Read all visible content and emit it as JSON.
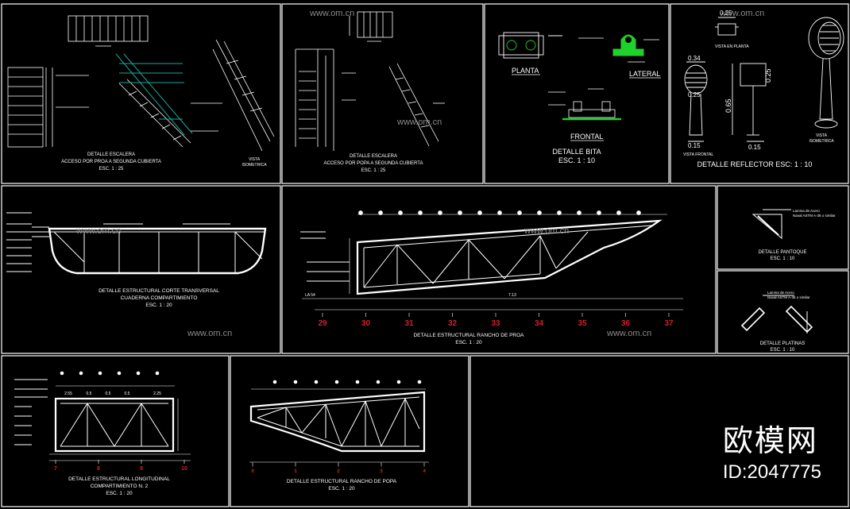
{
  "panels": {
    "escalera_proa": {
      "title": "DETALLE ESCALERA",
      "subtitle": "ACCESO POR PROA A SEGUNDA CUBIERTA",
      "scale": "ESC. 1 : 25",
      "iso_label_1": "VISTA",
      "iso_label_2": "ISOMETRICA"
    },
    "escalera_popa": {
      "title": "DETALLE ESCALERA",
      "subtitle": "ACCESO POR POPA A SEGUNDA CUBIERTA",
      "scale": "ESC. 1 : 25"
    },
    "bita": {
      "planta": "PLANTA",
      "lateral": "LATERAL",
      "frontal": "FRONTAL",
      "title": "DETALLE BITA",
      "scale": "ESC. 1 : 10"
    },
    "reflector": {
      "planta_label": "VISTA EN PLANTA",
      "dim_025_top": "0.25",
      "dim_034": "0.34",
      "dim_025_left": "0.25",
      "dim_025_right": "0.25",
      "dim_065": "0.65",
      "dim_015_left": "0.15",
      "dim_015_right": "0.15",
      "frontal_label": "VISTA FRONTAL",
      "iso_label_1": "VISTA",
      "iso_label_2": "ISOMETRICA",
      "title": "DETALLE REFLECTOR ESC: 1 : 10"
    },
    "corte_transversal": {
      "title": "DETALLE ESTRUCTURAL CORTE TRANSVERSAL",
      "subtitle": "CUADERNA COMPARTIMIENTO",
      "scale": "ESC. 1 : 20"
    },
    "rancho_proa": {
      "frames": [
        "29",
        "30",
        "31",
        "32",
        "33",
        "34",
        "35",
        "36",
        "37"
      ],
      "dim_left": "LA 54",
      "dim_mid": "7.13",
      "title": "DETALLE ESTRUCTURAL RANCHO DE PROA",
      "scale": "ESC. 1 : 20"
    },
    "pantoque": {
      "note_1": "Lamina de Acero",
      "note_2": "Naval ASTM A-36 o similar",
      "title": "DETALLE PANTOQUE",
      "scale": "ESC. 1 : 10"
    },
    "platinas": {
      "note_1": "Lamina de Acero",
      "note_2": "Naval ASTM A-36 o similar",
      "title": "DETALLE PLATINAS",
      "scale": "ESC. 1 : 10"
    },
    "longitudinal": {
      "frames": [
        "7",
        "8",
        "9",
        "10"
      ],
      "dims": [
        "2.55",
        "0.5",
        "0.5",
        "0.5",
        "2.25"
      ],
      "title": "DETALLE ESTRUCTURAL LONGITUDINAL",
      "subtitle": "COMPARTIMIENTO N. 2",
      "scale": "ESC. 1 : 20"
    },
    "rancho_popa": {
      "frames": [
        "0",
        "1",
        "2",
        "3",
        "4"
      ],
      "title": "DETALLE ESTRUCTURAL RANCHO DE POPA",
      "scale": "ESC. 1 : 20"
    }
  },
  "watermark": {
    "site": "www.om.cn",
    "logo": "欧模网",
    "id": "ID:2047775"
  },
  "colors": {
    "background": "#000000",
    "lines": "#ffffff",
    "accent_green": "#1fd12a",
    "accent_teal": "#1aa89a",
    "frame_red": "#d0202a"
  }
}
